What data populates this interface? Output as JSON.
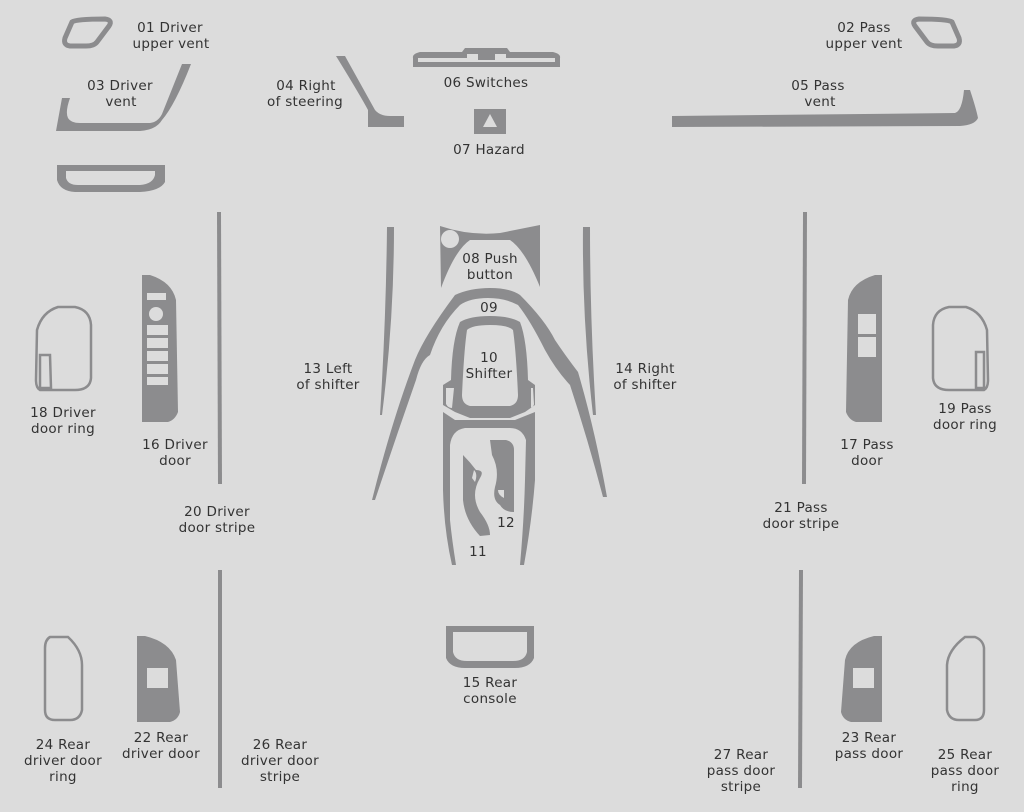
{
  "title": "Interior trim kit piece diagram",
  "colors": {
    "background": "#dcdcdc",
    "piece": "#8c8c8e",
    "label": "#333333"
  },
  "pieces": {
    "p01": [
      "01 Driver",
      "upper vent"
    ],
    "p02": [
      "02 Pass",
      "upper vent"
    ],
    "p03": [
      "03 Driver",
      "vent"
    ],
    "p04": [
      "04 Right",
      "of steering"
    ],
    "p05": [
      "05 Pass",
      "vent"
    ],
    "p06": [
      "06 Switches"
    ],
    "p07": [
      "07 Hazard"
    ],
    "p08": [
      "08 Push",
      "button"
    ],
    "p09": [
      "09"
    ],
    "p10": [
      "10",
      "Shifter"
    ],
    "p11": [
      "11"
    ],
    "p12": [
      "12"
    ],
    "p13": [
      "13 Left",
      "of shifter"
    ],
    "p14": [
      "14 Right",
      "of shifter"
    ],
    "p15": [
      "15 Rear",
      "console"
    ],
    "p16": [
      "16 Driver",
      "door"
    ],
    "p17": [
      "17 Pass",
      "door"
    ],
    "p18": [
      "18 Driver",
      "door ring"
    ],
    "p19": [
      "19 Pass",
      "door ring"
    ],
    "p20": [
      "20 Driver",
      "door stripe"
    ],
    "p21": [
      "21 Pass",
      "door stripe"
    ],
    "p22": [
      "22 Rear",
      "driver door"
    ],
    "p23": [
      "23 Rear",
      "pass door"
    ],
    "p24": [
      "24 Rear",
      "driver door",
      "ring"
    ],
    "p25": [
      "25 Rear",
      "pass door",
      "ring"
    ],
    "p26": [
      "26 Rear",
      "driver door",
      "stripe"
    ],
    "p27": [
      "27 Rear",
      "pass door",
      "stripe"
    ]
  }
}
